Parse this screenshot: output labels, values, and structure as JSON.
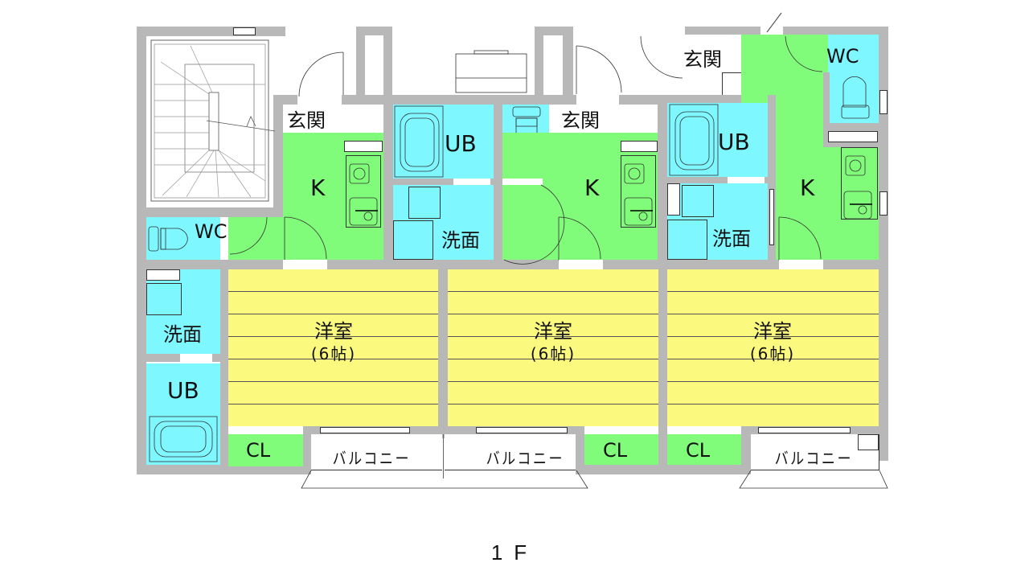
{
  "floor_label": "1F",
  "colors": {
    "wall": "#b8b8b8",
    "wet_area": "#7ff7ff",
    "kitchen_closet": "#80fb7a",
    "western_room": "#fbf97e"
  },
  "units": [
    {
      "entrance": "玄関",
      "kitchen": "K",
      "toilet": "WC",
      "washroom": "洗面",
      "bath": "UB",
      "room": "洋室",
      "room_size": "(6帖)",
      "closet": "CL",
      "balcony": "バルコニー"
    },
    {
      "entrance": "玄関",
      "kitchen": "K",
      "toilet": "WC",
      "washroom": "洗面",
      "bath": "UB",
      "room": "洋室",
      "room_size": "(6帖)",
      "closet": "CL",
      "balcony": "バルコニー"
    },
    {
      "entrance": "玄関",
      "kitchen": "K",
      "toilet": "WC",
      "washroom": "洗面",
      "bath": "UB",
      "room": "洋室",
      "room_size": "(6帖)",
      "closet": "CL",
      "balcony": "バルコニー"
    }
  ],
  "icons": [
    "staircase-icon",
    "toilet-icon",
    "bathtub-icon",
    "sink-icon",
    "stove-icon",
    "door-swing-icon",
    "window-icon"
  ]
}
